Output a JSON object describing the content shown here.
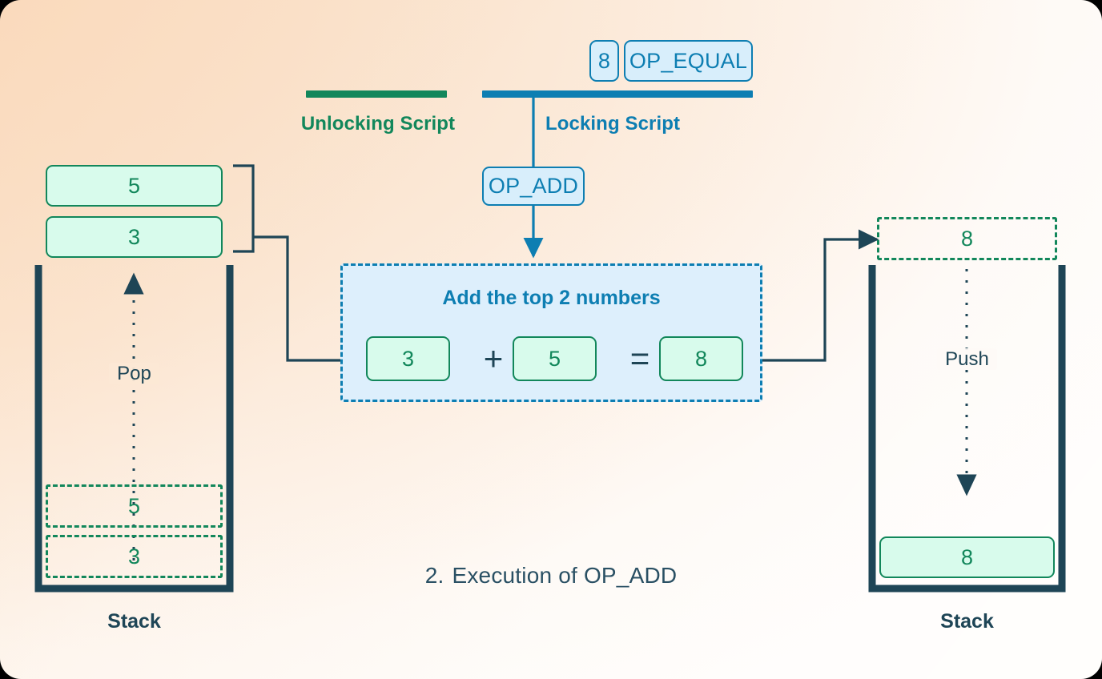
{
  "theme": {
    "green": "#12875b",
    "blue": "#0d7eb2",
    "dark": "#1e4556",
    "green_fill": "#d8fbec",
    "blue_fill": "#d8eefb",
    "panel_fill": "#ddeffc",
    "bg_from": "#fadfc6",
    "bg_to": "#fffdfb"
  },
  "scripts": {
    "unlocking": {
      "label": "Unlocking Script"
    },
    "locking": {
      "label": "Locking Script",
      "tokens": [
        {
          "name": "token-8",
          "text": "8"
        },
        {
          "name": "token-op-equal",
          "text": "OP_EQUAL"
        }
      ],
      "current_op": "OP_ADD"
    }
  },
  "operation": {
    "title": "Add the top 2 numbers",
    "operand_a": "3",
    "plus_symbol": "+",
    "operand_b": "5",
    "equals_symbol": "=",
    "result": "8"
  },
  "left_stack": {
    "label": "Stack",
    "popped_items": [
      {
        "value": "5"
      },
      {
        "value": "3"
      }
    ],
    "ghost_items": [
      {
        "value": "5"
      },
      {
        "value": "3"
      }
    ],
    "flow_label": "Pop"
  },
  "right_stack": {
    "label": "Stack",
    "incoming_item": {
      "value": "8"
    },
    "flow_label": "Push",
    "stack_items": [
      {
        "value": "8"
      }
    ]
  },
  "caption": {
    "number": "2.",
    "text": "Execution of OP_ADD"
  }
}
